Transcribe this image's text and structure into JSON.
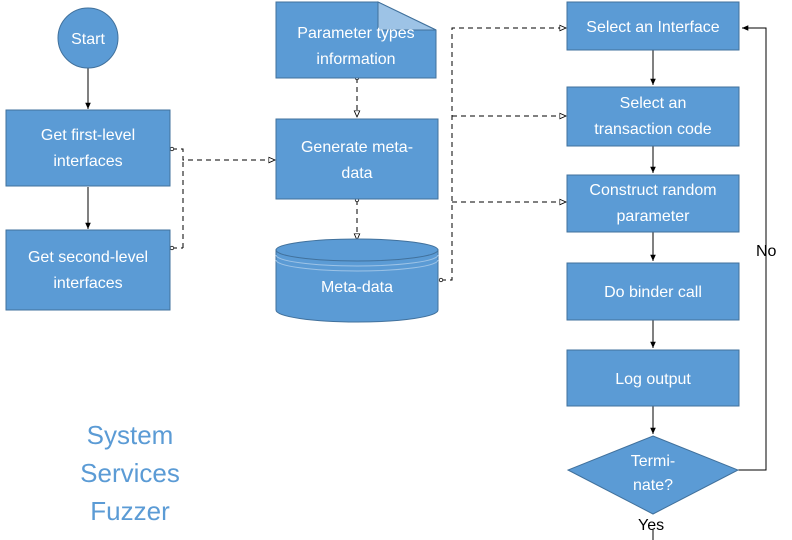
{
  "diagram": {
    "nodes": {
      "start": "Start",
      "get_first_level": [
        "Get first-level",
        "interfaces"
      ],
      "get_second_level": [
        "Get second-level",
        "interfaces"
      ],
      "param_types": [
        "Parameter types",
        "information"
      ],
      "generate_meta": [
        "Generate meta-",
        "data"
      ],
      "meta_data": "Meta-data",
      "select_interface": "Select an Interface",
      "select_transaction": [
        "Select an",
        "transaction code"
      ],
      "construct_param": [
        "Construct random",
        "parameter"
      ],
      "binder_call": "Do binder call",
      "log_output": "Log output",
      "terminate": [
        "Termi-",
        "nate?"
      ]
    },
    "edge_labels": {
      "no": "No",
      "yes": "Yes"
    },
    "title": [
      "System",
      "Services",
      "Fuzzer"
    ]
  },
  "colors": {
    "node_fill": "#5b9bd5",
    "title": "#5b9bd5",
    "edge": "#000000"
  }
}
